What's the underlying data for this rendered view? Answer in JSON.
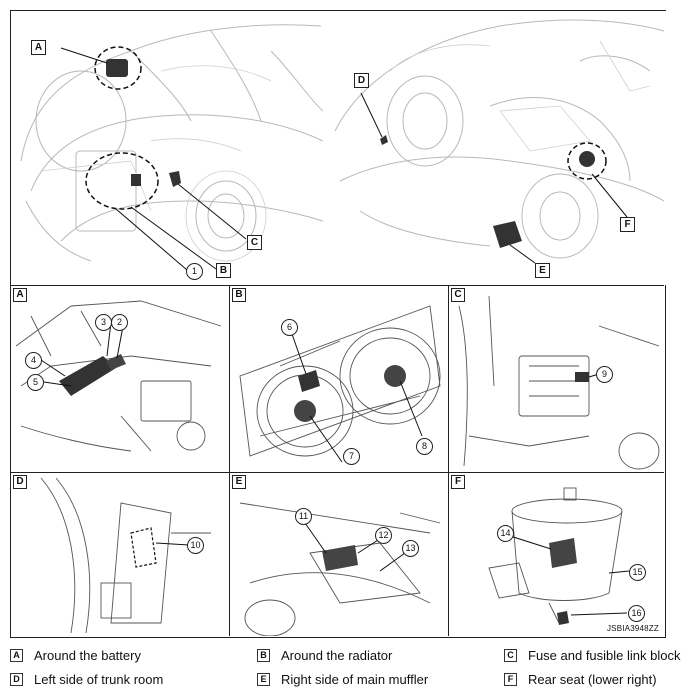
{
  "callouts_top": {
    "A": "A",
    "B": "B",
    "C": "C",
    "D": "D",
    "E": "E",
    "F": "F",
    "n1": "1"
  },
  "panels": [
    {
      "letter": "A",
      "numbers": [
        "3",
        "2",
        "4",
        "5"
      ]
    },
    {
      "letter": "B",
      "numbers": [
        "6",
        "7",
        "8"
      ]
    },
    {
      "letter": "C",
      "numbers": [
        "9"
      ]
    },
    {
      "letter": "D",
      "numbers": [
        "10"
      ]
    },
    {
      "letter": "E",
      "numbers": [
        "11",
        "12",
        "13"
      ]
    },
    {
      "letter": "F",
      "numbers": [
        "14",
        "15",
        "16"
      ]
    }
  ],
  "figure_code": "JSBIA3948ZZ",
  "legend": [
    {
      "letter": "A",
      "text": "Around the battery"
    },
    {
      "letter": "B",
      "text": "Around the radiator"
    },
    {
      "letter": "C",
      "text": "Fuse and fusible link block"
    },
    {
      "letter": "D",
      "text": "Left side of trunk room"
    },
    {
      "letter": "E",
      "text": "Right side of main muffler"
    },
    {
      "letter": "F",
      "text": "Rear seat (lower right)"
    }
  ]
}
